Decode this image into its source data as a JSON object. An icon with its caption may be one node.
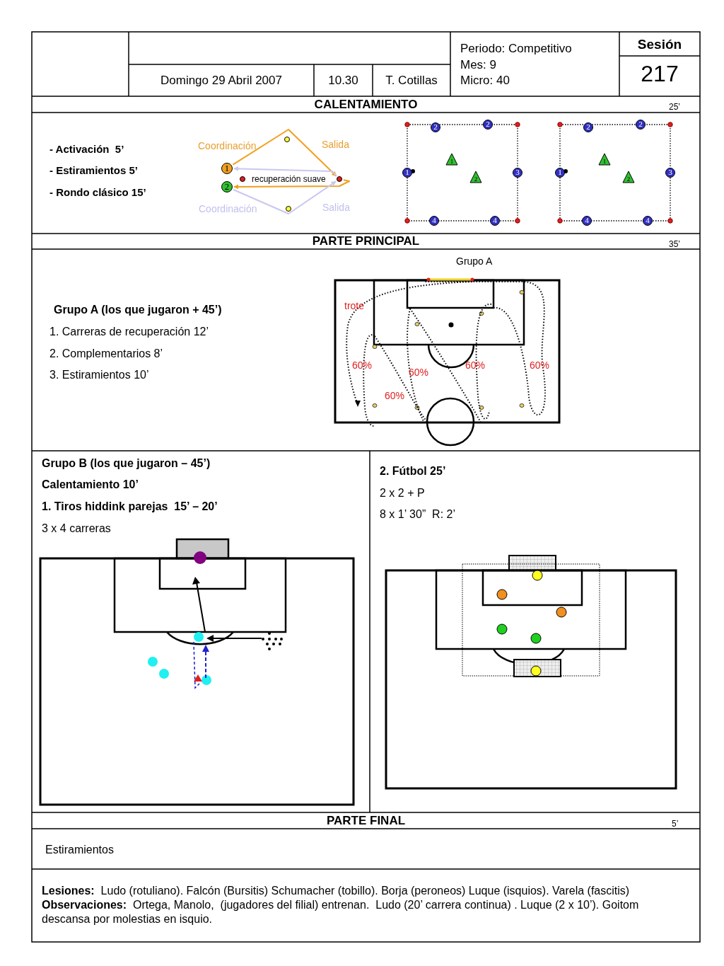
{
  "diagram": {
    "nodes": [
      {
        "text": [
          "1"
        ]
      },
      {
        "text": [
          "2"
        ]
      },
      {
        "text": [],
        "shape": "circle"
      },
      {
        "text": [
          "2"
        ]
      },
      {
        "text": [
          "2"
        ]
      },
      {
        "text": [
          "1"
        ]
      },
      {
        "text": [
          "1"
        ]
      },
      {
        "text": [
          "3"
        ]
      },
      {
        "text": [
          "2"
        ]
      },
      {
        "text": [
          "4"
        ]
      },
      {
        "text": [
          "4"
        ]
      },
      {
        "text": [
          "2"
        ]
      },
      {
        "text": [
          "2"
        ]
      },
      {
        "text": [
          "1"
        ]
      },
      {
        "text": [
          "1"
        ]
      },
      {
        "text": [
          "3"
        ]
      },
      {
        "text": [
          "2"
        ]
      },
      {
        "text": [
          "4"
        ]
      },
      {
        "text": [
          "4"
        ]
      }
    ],
    "edges": [
      {
        "from": 0,
        "to": 2,
        "arrow": "to",
        "color": "#f0a020"
      },
      {
        "from": 2,
        "to": 1,
        "arrow": "to",
        "color": "#f0a020"
      },
      {
        "from": 1,
        "to": 2,
        "arrow": "to",
        "color": "#c8c8f0"
      },
      {
        "from": 2,
        "to": 0,
        "arrow": "to",
        "color": "#c8c8f0"
      }
    ],
    "labels": [
      "Domingo 29 Abril 2007",
      "10.30",
      "T. Cotillas",
      "Periodo: Competitivo",
      "Mes: 9",
      "Micro: 40",
      "Sesión",
      "217",
      "CALENTAMIENTO",
      "25’",
      "- Activación  5’",
      "- Estiramientos 5’",
      "- Rondo clásico 15’",
      "Coordinación",
      "Salida",
      "recuperación suave",
      "Coordinación",
      "Salida",
      "PARTE PRINCIPAL",
      "35’",
      "Grupo A",
      "Grupo A (los que jugaron + 45’)",
      "1. Carreras de recuperación 12’",
      "2. Complementarios 8’",
      "3. Estiramientos 10’",
      "trote",
      "60%",
      "60%",
      "60%",
      "60%",
      "60%",
      "Grupo B (los que jugaron – 45’)",
      "Calentamiento 10’",
      "1. Tiros hiddink parejas  15’ – 20’",
      "3 x 4 carreras",
      "2. Fútbol 25’",
      "2 x 2 + P",
      "8 x 1’ 30”  R: 2’",
      "PARTE FINAL",
      "5’",
      "Estiramientos",
      "**Lesiones:**  Ludo (rotuliano). Falcón (Bursitis) Schumacher (tobillo). Borja (peroneos) Luque (isquios). Varela (fascitis)",
      "**Observaciones:**  Ortega, Manolo,  (jugadores del filial) entrenan.  Ludo (20’ carrera continua) . Luque (2 x 10’). Goitom descansa por molestias en isquio."
    ]
  }
}
